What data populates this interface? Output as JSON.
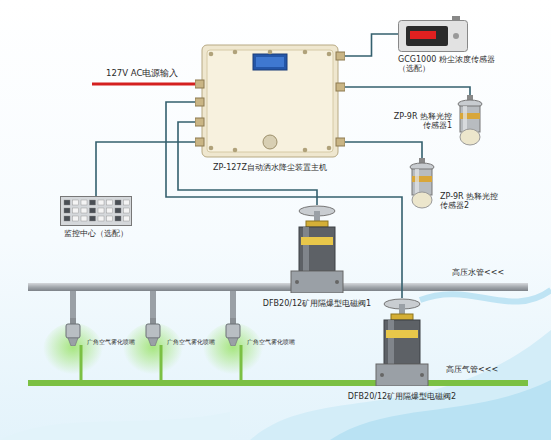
{
  "diagram": {
    "nodes": [
      {
        "text": [
          "ZP-127Z自动洒水降尘装置主机"
        ]
      },
      {
        "text": [
          "GCG1000 粉尘浓度传感器（选配）"
        ]
      },
      {
        "text": [
          "ZP-9R 热释光控传感器1"
        ]
      },
      {
        "text": [
          "ZP-9R 热释光控传感器2"
        ]
      },
      {
        "text": [
          "监控中心（选配）"
        ]
      },
      {
        "text": [
          "DFB20/12矿用隔爆型电磁阀1"
        ]
      },
      {
        "text": [
          "DFB20/12矿用隔爆型电磁阀2"
        ]
      },
      {
        "text": [
          "广角空气雾化喷嘴"
        ]
      },
      {
        "text": [
          "广角空气雾化喷嘴"
        ]
      },
      {
        "text": [
          "广角空气雾化喷嘴"
        ]
      }
    ],
    "edges": [
      {
        "from": 0,
        "to": 1,
        "arrow": "none"
      },
      {
        "from": 0,
        "to": 2,
        "arrow": "none"
      },
      {
        "from": 0,
        "to": 3,
        "arrow": "none"
      },
      {
        "from": 0,
        "to": 4,
        "arrow": "none"
      },
      {
        "from": 0,
        "to": 5,
        "arrow": "none"
      },
      {
        "from": 0,
        "to": 6,
        "arrow": "none"
      }
    ],
    "labels": [
      "127V AC电源输入",
      "高压水管<<<",
      "高压气管<<<"
    ]
  }
}
